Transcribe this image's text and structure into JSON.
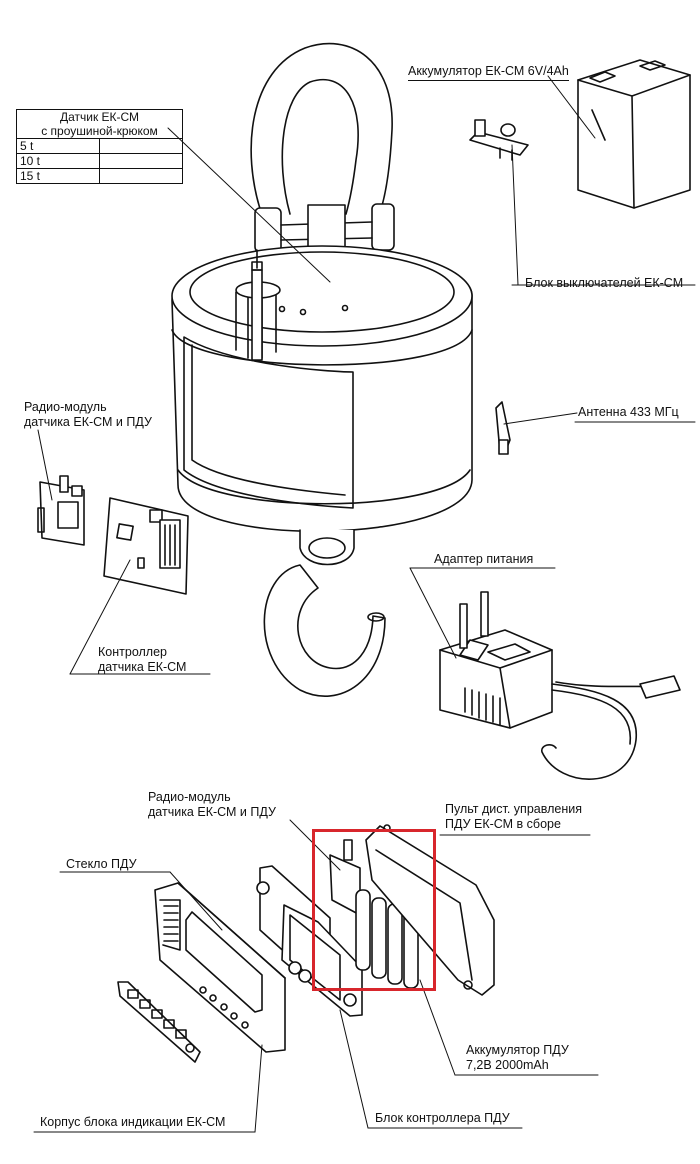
{
  "colors": {
    "line": "#111111",
    "highlight": "#d8262c"
  },
  "sensor_table": {
    "title_line1": "Датчик ЕК-СМ",
    "title_line2": "с проушиной-крюком",
    "rows": [
      {
        "cap": "5 t",
        "val": ""
      },
      {
        "cap": "10 t",
        "val": ""
      },
      {
        "cap": "15 t",
        "val": ""
      }
    ]
  },
  "labels": {
    "battery": "Аккумулятор ЕК-СМ 6V/4Ah",
    "switch_block": "Блок выключателей ЕК-СМ",
    "antenna": "Антенна 433 МГц",
    "radio_top_line1": "Радио-модуль",
    "radio_top_line2": "датчика ЕК-СМ и ПДУ",
    "controller_line1": "Контроллер",
    "controller_line2": "датчика ЕК-СМ",
    "adapter": "Адаптер питания",
    "radio_bottom_line1": "Радио-модуль",
    "radio_bottom_line2": "датчика ЕК-СМ и ПДУ",
    "remote_line1": "Пульт дист. управления",
    "remote_line2": "ПДУ ЕК-СМ в сборе",
    "glass": "Стекло ПДУ",
    "remote_battery_line1": "Аккумулятор ПДУ",
    "remote_battery_line2": "7,2В 2000mAh",
    "controller_pdu": "Блок контроллера ПДУ",
    "housing": "Корпус блока индикации ЕК-СМ"
  }
}
